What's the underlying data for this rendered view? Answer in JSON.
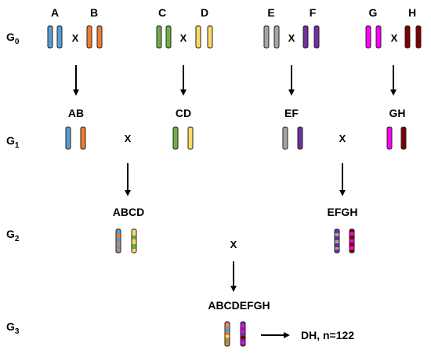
{
  "generations": [
    {
      "id": "g0",
      "letter": "G",
      "sub": "0"
    },
    {
      "id": "g1",
      "letter": "G",
      "sub": "1"
    },
    {
      "id": "g2",
      "letter": "G",
      "sub": "2"
    },
    {
      "id": "g3",
      "letter": "G",
      "sub": "3"
    }
  ],
  "parents": [
    {
      "name": "A",
      "color": "#5b9bd5"
    },
    {
      "name": "B",
      "color": "#ed7d31"
    },
    {
      "name": "C",
      "color": "#70ad47"
    },
    {
      "name": "D",
      "color": "#ffd966"
    },
    {
      "name": "E",
      "color": "#a5a5a5"
    },
    {
      "name": "F",
      "color": "#7030a0"
    },
    {
      "name": "G",
      "color": "#ff00ff"
    },
    {
      "name": "H",
      "color": "#800000"
    }
  ],
  "g1": [
    "AB",
    "CD",
    "EF",
    "GH"
  ],
  "g2": [
    "ABCD",
    "EFGH"
  ],
  "g3": "ABCDEFGH",
  "cross_symbol": "X",
  "result": "DH, n=122"
}
